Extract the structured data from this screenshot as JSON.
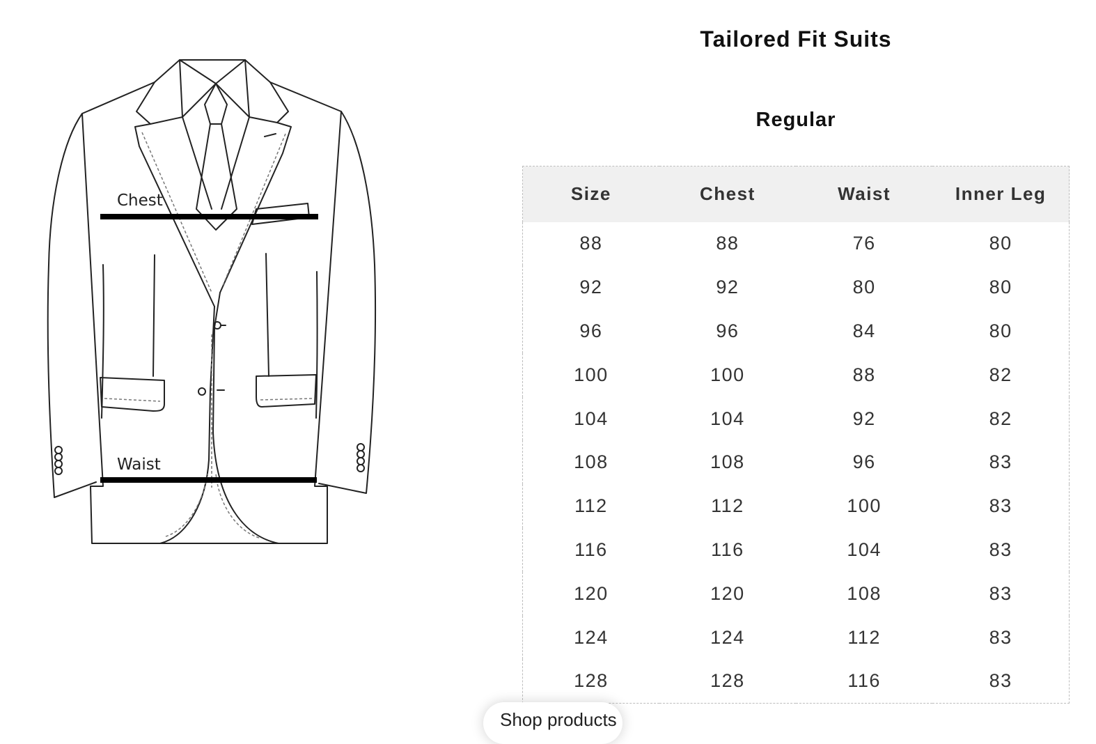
{
  "diagram": {
    "chest_label": "Chest",
    "waist_label": "Waist"
  },
  "page_title": "Tailored Fit Suits",
  "fit_title": "Regular",
  "table": {
    "headers": [
      "Size",
      "Chest",
      "Waist",
      "Inner Leg"
    ],
    "rows": [
      [
        "88",
        "88",
        "76",
        "80"
      ],
      [
        "92",
        "92",
        "80",
        "80"
      ],
      [
        "96",
        "96",
        "84",
        "80"
      ],
      [
        "100",
        "100",
        "88",
        "82"
      ],
      [
        "104",
        "104",
        "92",
        "82"
      ],
      [
        "108",
        "108",
        "96",
        "83"
      ],
      [
        "112",
        "112",
        "100",
        "83"
      ],
      [
        "116",
        "116",
        "104",
        "83"
      ],
      [
        "120",
        "120",
        "108",
        "83"
      ],
      [
        "124",
        "124",
        "112",
        "83"
      ],
      [
        "128",
        "128",
        "116",
        "83"
      ]
    ]
  },
  "floating_button": {
    "label": "Shop products"
  },
  "colors": {
    "header_background": "#f0f0f0",
    "text": "#333333",
    "measure_line": "#000000"
  }
}
